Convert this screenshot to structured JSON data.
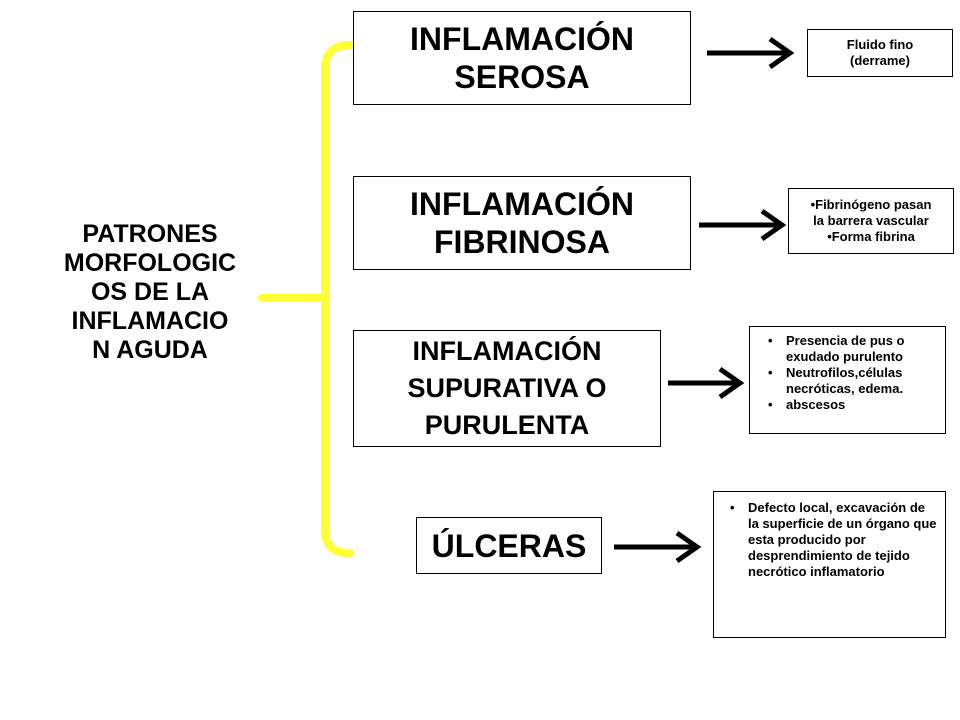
{
  "main_title": [
    "PATRONES",
    "MORFOLOGIC",
    "OS DE LA",
    "INFLAMACIO",
    "N AGUDA"
  ],
  "patterns": [
    {
      "title": [
        "INFLAMACIÓN",
        "SEROSA"
      ]
    },
    {
      "title": [
        "INFLAMACIÓN",
        "FIBRINOSA"
      ]
    },
    {
      "title": [
        "INFLAMACIÓN",
        "SUPURATIVA O",
        "PURULENTA"
      ]
    },
    {
      "title": [
        "ÚLCERAS"
      ]
    }
  ],
  "descriptions": [
    {
      "lines": [
        "Fluido fino",
        "(derrame)"
      ]
    },
    {
      "lines": [
        "•Fibrinógeno pasan",
        "la barrera vascular",
        "•Forma fibrina"
      ]
    },
    {
      "items": [
        "Presencia de pus o exudado purulento",
        "Neutrofilos,células necróticas, edema.",
        "abscesos"
      ]
    },
    {
      "items": [
        "Defecto local, excavación de la superficie de un órgano que esta producido por desprendimiento de tejido necrótico inflamatorio"
      ]
    }
  ],
  "colors": {
    "bracket": "#ffff33",
    "arrow": "#000000",
    "border": "#000000"
  }
}
